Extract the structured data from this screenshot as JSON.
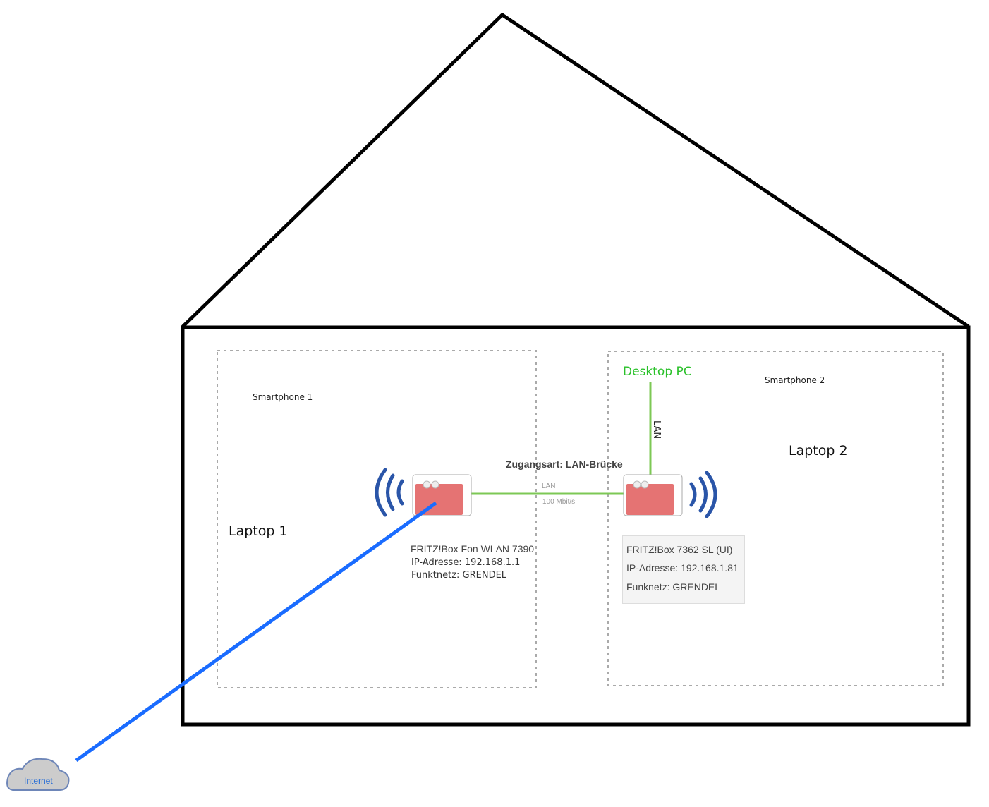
{
  "labels": {
    "smartphone1": "Smartphone 1",
    "smartphone2": "Smartphone 2",
    "laptop1": "Laptop 1",
    "laptop2": "Laptop 2",
    "desktop_pc": "Desktop PC",
    "lan_vertical": "LAN",
    "access_type": "Zugangsart: LAN-Brücke",
    "link_lan": "LAN",
    "link_speed": "100 Mbit/s",
    "internet": "Internet"
  },
  "router1": {
    "name": "FRITZ!Box Fon WLAN 7390",
    "ip": "IP-Adresse: 192.168.1.1",
    "wifi": "Funktnetz: GRENDEL"
  },
  "router2": {
    "name": "FRITZ!Box 7362 SL (UI)",
    "ip": "IP-Adresse: 192.168.1.81",
    "wifi": "Funknetz:  GRENDEL"
  },
  "colors": {
    "house": "#000000",
    "lan": "#7dc855",
    "internet_link": "#1a6cff",
    "router": "#e57373",
    "wifi": "#2a55a8",
    "desktop": "#2ac12a"
  }
}
